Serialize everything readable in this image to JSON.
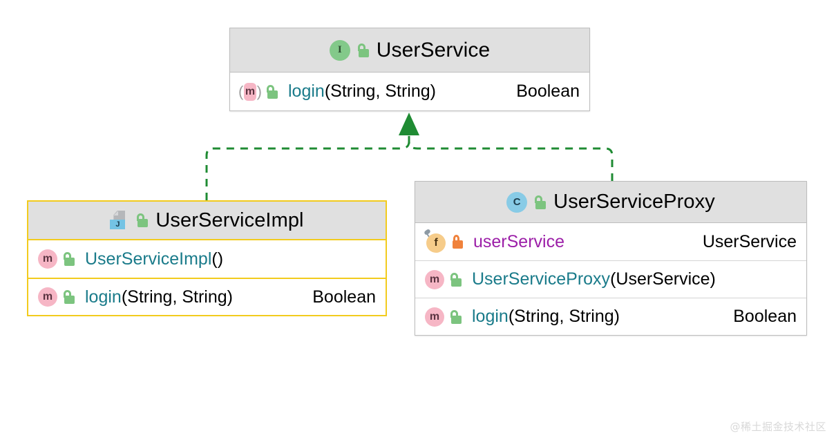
{
  "diagram": {
    "type": "uml-class-diagram",
    "background": "#ffffff",
    "relation_color": "#1f8b33",
    "selected_border_color": "#f2cb1d",
    "header_fill": "#e0e0e0",
    "method_name_color": "#1a7b8a",
    "field_name_color": "#9c1fa8"
  },
  "classes": {
    "userService": {
      "name": "UserService",
      "stereotype_icon": "interface-icon",
      "stereotype_letter": "I",
      "visibility_icon": "unlocked-padlock-icon",
      "members": [
        {
          "kind": "method",
          "icon": "abstract-method-icon",
          "icon_letter": "m",
          "visibility_icon": "unlocked-padlock-icon",
          "name": "login",
          "signature": "(String, String)",
          "type": "Boolean"
        }
      ]
    },
    "userServiceImpl": {
      "name": "UserServiceImpl",
      "stereotype_icon": "java-file-icon",
      "stereotype_letter": "J",
      "visibility_icon": "unlocked-padlock-icon",
      "selected": true,
      "members": [
        {
          "kind": "constructor",
          "icon": "method-icon",
          "icon_letter": "m",
          "visibility_icon": "unlocked-padlock-icon",
          "name": "UserServiceImpl",
          "signature": "()",
          "type": ""
        },
        {
          "kind": "method",
          "icon": "method-icon",
          "icon_letter": "m",
          "visibility_icon": "unlocked-padlock-icon",
          "name": "login",
          "signature": "(String, String)",
          "type": "Boolean"
        }
      ]
    },
    "userServiceProxy": {
      "name": "UserServiceProxy",
      "stereotype_icon": "class-icon",
      "stereotype_letter": "C",
      "visibility_icon": "unlocked-padlock-icon",
      "members": [
        {
          "kind": "field",
          "icon": "final-field-icon",
          "icon_letter": "f",
          "visibility_icon": "locked-padlock-icon",
          "name": "userService",
          "signature": "",
          "type": "UserService"
        },
        {
          "kind": "constructor",
          "icon": "method-icon",
          "icon_letter": "m",
          "visibility_icon": "unlocked-padlock-icon",
          "name": "UserServiceProxy",
          "signature": "(UserService)",
          "type": ""
        },
        {
          "kind": "method",
          "icon": "method-icon",
          "icon_letter": "m",
          "visibility_icon": "unlocked-padlock-icon",
          "name": "login",
          "signature": "(String, String)",
          "type": "Boolean"
        }
      ]
    }
  },
  "relations": [
    {
      "from": "UserServiceImpl",
      "to": "UserService",
      "kind": "realization",
      "style": "dashed",
      "arrow": "hollow-triangle-filled"
    },
    {
      "from": "UserServiceProxy",
      "to": "UserService",
      "kind": "realization",
      "style": "dashed",
      "arrow": "hollow-triangle-filled"
    }
  ],
  "watermark": {
    "text": "@稀土掘金技术社区"
  }
}
